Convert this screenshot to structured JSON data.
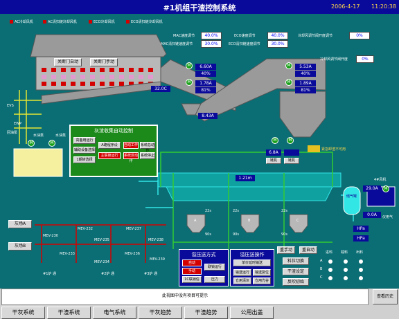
{
  "header": {
    "title": "#1机组干渣控制系统",
    "date": "2006-4-17",
    "time": "11:20:38"
  },
  "legend": [
    {
      "label": "AC冷却风机"
    },
    {
      "label": "AC清扫链冷却风机"
    },
    {
      "label": "ECO冷却风机"
    },
    {
      "label": "ECO清扫链冷却风机"
    }
  ],
  "params": {
    "mac_speed_label": "MAC速度调节",
    "mac_speed": "40.0%",
    "mac_clean_label": "MAC清扫链速度调节",
    "mac_clean": "30.0%",
    "eco_speed_label": "ECO速度调节",
    "eco_speed": "40.0%",
    "eco_clean_label": "ECO清扫链速度调节",
    "eco_clean": "30.0%",
    "cool_open_label": "冷却风调节阀开度调节",
    "cool_open": "0%",
    "cool_deg_label": "冷却风调节阀开度",
    "cool_deg": "0%"
  },
  "furnace": {
    "btn_auto": "关断门自动",
    "btn_manual": "关断门手动"
  },
  "conveyor1": {
    "current": "6.60A",
    "speed_pct": "40%",
    "clean_current": "1.78A",
    "clean_pct": "81%",
    "temp": "32.0C"
  },
  "conveyor2": {
    "current": "5.53A",
    "speed_pct": "40%",
    "clean_current": "1.89A",
    "clean_pct": "81%",
    "crusher_current": "8.43A"
  },
  "left": {
    "evs": "EVS",
    "ewp": "EWP",
    "pump": "回油泵",
    "water_pump1": "水油泵",
    "water_pump2": "水油泵"
  },
  "auto_panel": {
    "title": "灰渣收集自动控制",
    "buttons": [
      "高备用运行",
      "辅助设备选择",
      "1期转选择",
      "A路程序设",
      "主联锁运行",
      "自动工作",
      "系统总动作",
      "系统反动作",
      "系统停止"
    ]
  },
  "silo": {
    "m1": "M",
    "m2": "M",
    "current1": "6.8A",
    "current2": "",
    "btn1": "链机",
    "btn2": "链机",
    "truck_label": "紧急卸渣不可用"
  },
  "hopper": {
    "flow": "1.21m",
    "a": "A",
    "b": "B",
    "c": "C",
    "t1": "22s",
    "t2": "22s",
    "t3": "22s",
    "t4": "90s",
    "t5": "90s",
    "t6": "90s"
  },
  "right": {
    "compressor": "储气罐",
    "blower": "4#风机",
    "blower_current": "29.0A",
    "blower_current2": "0.0A",
    "blower_label": "4#风机",
    "air_label": "仪用气",
    "p1": "HPa",
    "p2": "HPa"
  },
  "valves": {
    "left_a": "灰场A",
    "left_b": "灰场B",
    "mev": [
      "MEV-230",
      "MEV-232",
      "MEV-237",
      "MEV-233",
      "MEV-235",
      "MEV-238",
      "MEV-234",
      "MEV-236",
      "MEV-239"
    ],
    "lines": [
      "#1炉 通",
      "#2炉 通",
      "#3炉 通"
    ]
  },
  "control": {
    "mode_title": "溢压送方式",
    "mode_buttons": [
      "自动",
      "手动",
      "联锁运行",
      "1C联锁信",
      "压力"
    ],
    "op_title": "溢压送操作",
    "op_buttons": [
      "单价延时输送",
      "输送运行",
      "输送复位",
      "仓用清灰",
      "仓用光谷"
    ],
    "btn_manual_exec": "重手动",
    "btn_auto": "重自动",
    "btn_switch": "料位切换",
    "btn_setting": "干渣设定",
    "btn_init": "反吹初始"
  },
  "indicators": {
    "headers": [
      "进料",
      "载料",
      "出料"
    ],
    "rows": [
      "A",
      "B",
      "C"
    ]
  },
  "status": {
    "text": "此视图中没有项目可提示",
    "alarm_btn": "查看历史"
  },
  "tabs": [
    "干灰系统",
    "干渣系统",
    "电气系统",
    "干灰趋势",
    "干渣趋势",
    "公用出盖"
  ],
  "colors": {
    "bg": "#0a6e74",
    "red": "#d40000",
    "blue": "#0a0a9a",
    "green": "#1aa01a",
    "pipe_yellow": "#e6e633",
    "pipe_green": "#33cc33",
    "pipe_cyan": "#33e6e6"
  }
}
